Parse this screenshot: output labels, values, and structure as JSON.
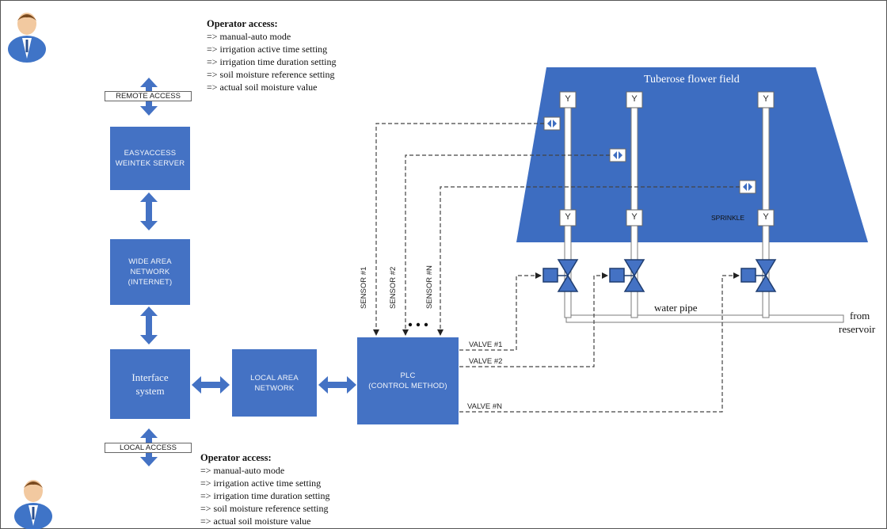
{
  "operator_top": {
    "heading": "Operator access:",
    "items": [
      "=> manual-auto mode",
      "=> irrigation active time setting",
      "=> irrigation time duration setting",
      "=> soil moisture reference setting",
      "=> actual soil moisture value"
    ]
  },
  "operator_bottom": {
    "heading": "Operator access:",
    "items": [
      "=> manual-auto mode",
      "=> irrigation active time setting",
      "=> irrigation time duration setting",
      "=> soil moisture reference setting",
      "=> actual soil moisture value"
    ]
  },
  "tags": {
    "remote_access": "REMOTE ACCESS",
    "local_access": "LOCAL ACCESS"
  },
  "blocks": {
    "easyaccess": [
      "EASYACCESS",
      "WEINTEK SERVER"
    ],
    "wan": [
      "WIDE AREA",
      "NETWORK",
      "(INTERNET)"
    ],
    "interface": [
      "Interface",
      "system"
    ],
    "lan": [
      "LOCAL AREA",
      "NETWORK"
    ],
    "plc": [
      "PLC",
      "(CONTROL METHOD)"
    ]
  },
  "sensors": [
    "SENSOR #1",
    "SENSOR #2",
    "SENSOR #N"
  ],
  "valves": [
    "VALVE #1",
    "VALVE #2",
    "VALVE #N"
  ],
  "field": {
    "title": "Tuberose flower field",
    "sprinkle_label": "SPRINKLE",
    "sprinkler_symbol": "Y"
  },
  "water_pipe_label": "water pipe",
  "reservoir_label": [
    "from",
    "reservoir"
  ],
  "colors": {
    "block": "#4472C4",
    "field": "#3D6DC1",
    "dashed_line": "#444444",
    "arrow": "#4472C4"
  },
  "icons": [
    "person-icon",
    "double-arrow-icon",
    "sensor-icon",
    "valve-icon",
    "actuator-icon",
    "sprinkler-icon"
  ]
}
